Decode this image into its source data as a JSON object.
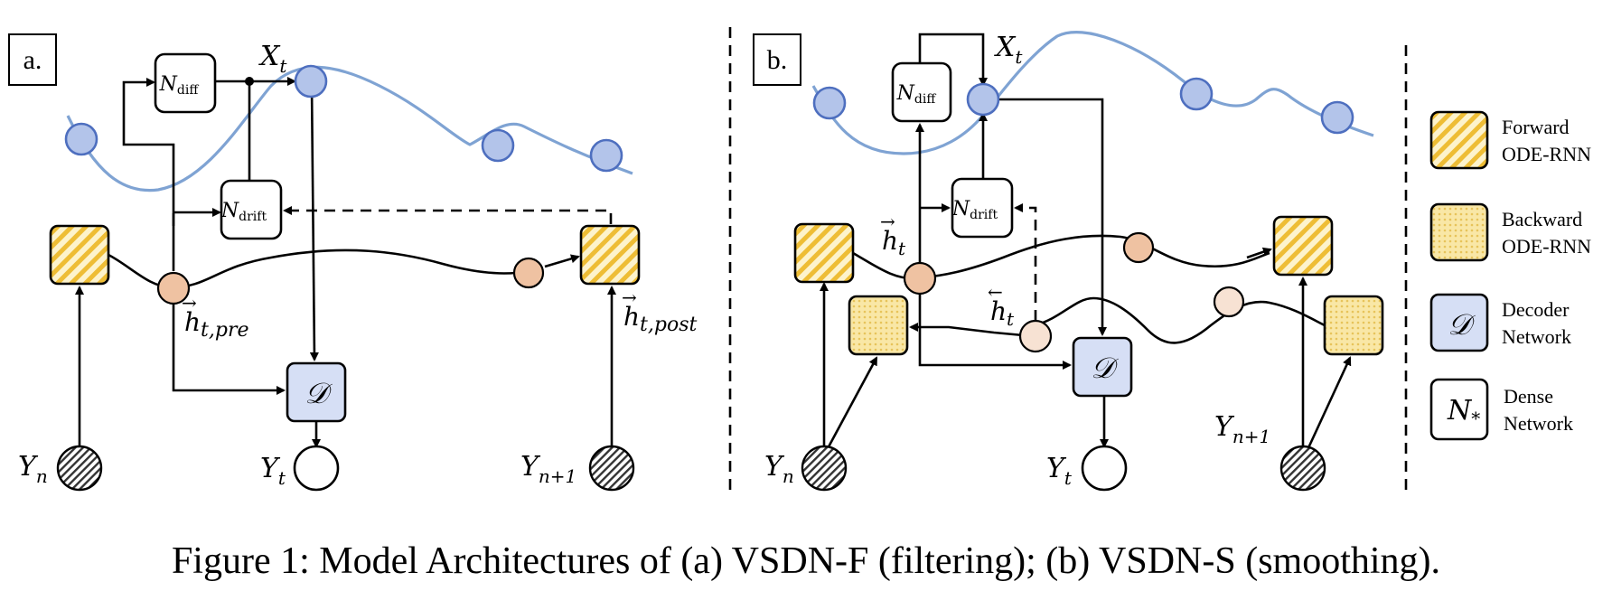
{
  "panels": {
    "a": {
      "label": "a."
    },
    "b": {
      "label": "b."
    }
  },
  "labels": {
    "x_t_a": "X",
    "x_t_a_sub": "t",
    "x_t_b": "X",
    "x_t_b_sub": "t",
    "n_diff": "N",
    "n_diff_sub": "diff",
    "n_drift": "N",
    "n_drift_sub": "drift",
    "decoder": "𝒟",
    "h_pre": "h",
    "h_pre_sub": "t,pre",
    "h_post": "h",
    "h_post_sub": "t,post",
    "h_fwd": "h",
    "h_fwd_sub": "t",
    "h_bwd": "h",
    "h_bwd_sub": "t",
    "y_n": "Y",
    "y_n_sub": "n",
    "y_t": "Y",
    "y_t_sub": "t",
    "y_n1": "Y",
    "y_n1_sub": "n+1",
    "arrow_right": "→",
    "arrow_left": "←"
  },
  "legend": {
    "forward": [
      "Forward",
      "ODE-RNN"
    ],
    "backward": [
      "Backward",
      "ODE-RNN"
    ],
    "decoder": [
      "Decoder",
      "Network"
    ],
    "dense": [
      "Dense",
      "Network"
    ],
    "dense_symbol": "N",
    "dense_symbol_sub": "*"
  },
  "caption": "Figure 1: Model Architectures of (a) VSDN-F (filtering); (b) VSDN-S (smoothing).",
  "colors": {
    "latent_node": "#b3c4ea",
    "latent_curve": "#7fa3d3",
    "hidden_node": "#efc2a2",
    "backward_hidden_node": "#f7e2d3",
    "forward_fill": "#f5d77a",
    "forward_stripe": "#e8b830",
    "backward_fill": "#f7e3a0",
    "decoder_fill": "#d6dff5"
  }
}
